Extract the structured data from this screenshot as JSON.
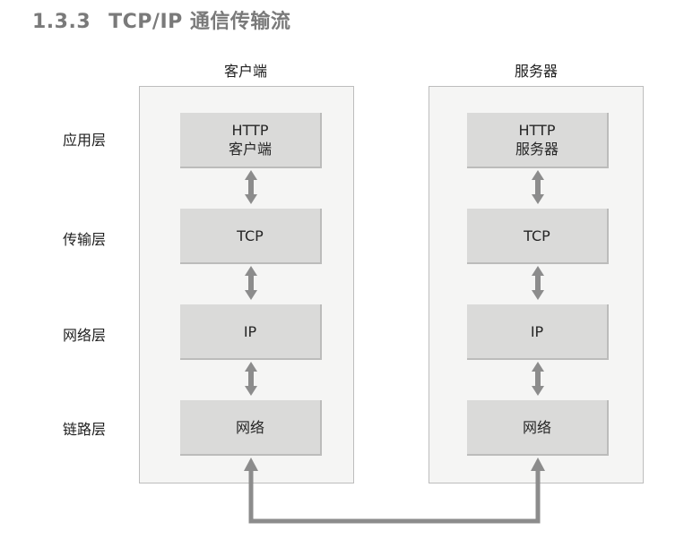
{
  "title": {
    "number": "1.3.3",
    "text": "TCP/IP 通信传输流"
  },
  "hosts": {
    "client": "客户端",
    "server": "服务器"
  },
  "layers": [
    {
      "name": "应用层",
      "client_line1": "HTTP",
      "client_line2": "客户端",
      "server_line1": "HTTP",
      "server_line2": "服务器"
    },
    {
      "name": "传输层",
      "client_line1": "TCP",
      "client_line2": "",
      "server_line1": "TCP",
      "server_line2": ""
    },
    {
      "name": "网络层",
      "client_line1": "IP",
      "client_line2": "",
      "server_line1": "IP",
      "server_line2": ""
    },
    {
      "name": "链路层",
      "client_line1": "网络",
      "client_line2": "",
      "server_line1": "网络",
      "server_line2": ""
    }
  ],
  "colors": {
    "arrow": "#8c8c8c",
    "box": "#dadad9",
    "panel": "#f5f5f4",
    "title": "#7a7a7a"
  },
  "icons": {
    "vertical_connector": "double-headed-arrow-icon",
    "physical_link": "network-link-arrow-icon"
  }
}
